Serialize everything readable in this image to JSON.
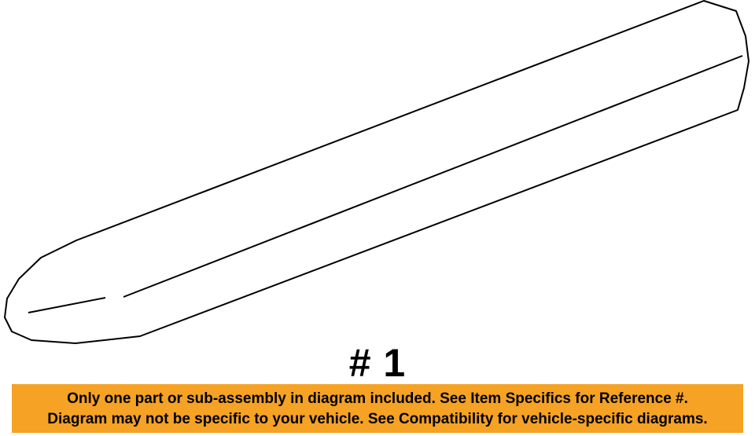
{
  "diagram": {
    "part_number_label": "# 1"
  },
  "notice": {
    "line1": "Only one part or sub-assembly in diagram included. See Item Specifics for Reference #.",
    "line2": "Diagram may not be specific to your vehicle. See Compatibility for vehicle-specific diagrams.",
    "background_color": "#f5a225"
  }
}
